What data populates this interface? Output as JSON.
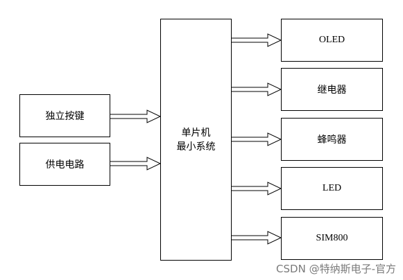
{
  "inputs": {
    "key": "独立按键",
    "power": "供电电路"
  },
  "mcu": {
    "line1": "单片机",
    "line2": "最小系统"
  },
  "outputs": {
    "oled": "OLED",
    "relay": "继电器",
    "buzzer": "蜂鸣器",
    "led": "LED",
    "sim800": "SIM800"
  },
  "watermark": "CSDN @特纳斯电子-官方",
  "colors": {
    "line": "#000000",
    "watermark": "#7a7a7a"
  }
}
